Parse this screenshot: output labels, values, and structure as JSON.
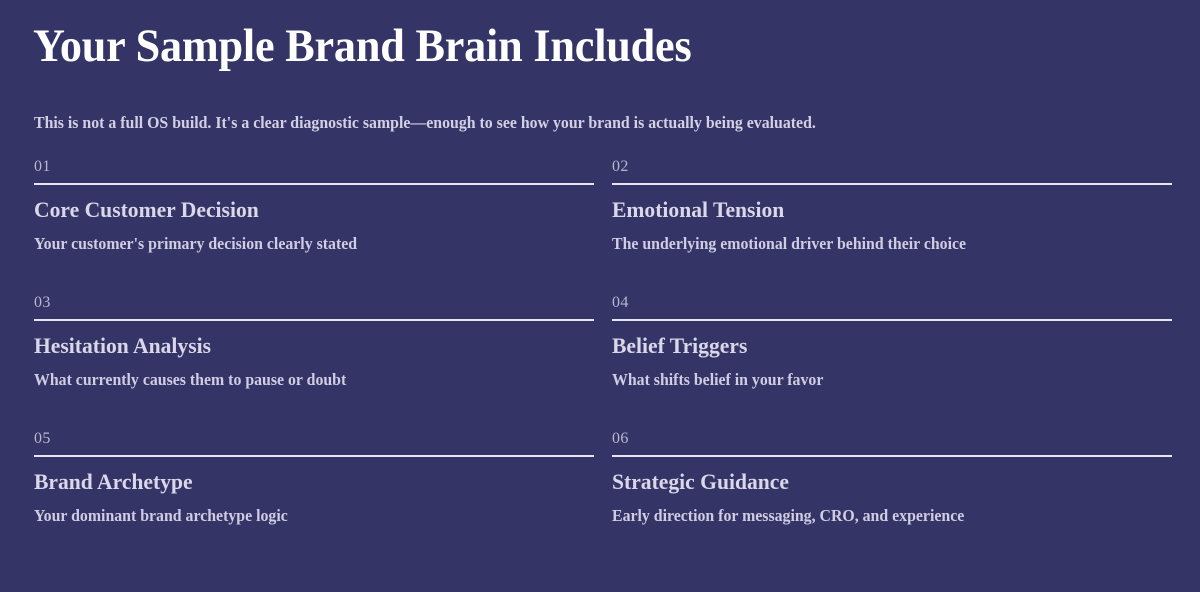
{
  "page": {
    "background_color": "#343566",
    "heading": "Your Sample Brand Brain Includes",
    "subheading": "This is not a full OS build. It's a clear diagnostic sample—enough to see how your brand is actually being evaluated.",
    "heading_color": "#ffffff",
    "subheading_color": "#d2d0e4",
    "rule_color": "#e6e4f0",
    "number_color": "#b9b6d2",
    "title_color": "#d9d7e9",
    "description_color": "#cfcde3"
  },
  "items": [
    {
      "number": "01",
      "title": "Core Customer Decision",
      "description": "Your customer's primary decision clearly stated"
    },
    {
      "number": "02",
      "title": "Emotional Tension",
      "description": "The underlying emotional driver behind their choice"
    },
    {
      "number": "03",
      "title": "Hesitation Analysis",
      "description": "What currently causes them to pause or doubt"
    },
    {
      "number": "04",
      "title": "Belief Triggers",
      "description": "What shifts belief in your favor"
    },
    {
      "number": "05",
      "title": "Brand Archetype",
      "description": "Your dominant brand archetype logic"
    },
    {
      "number": "06",
      "title": "Strategic Guidance",
      "description": "Early direction for messaging, CRO, and experience"
    }
  ]
}
